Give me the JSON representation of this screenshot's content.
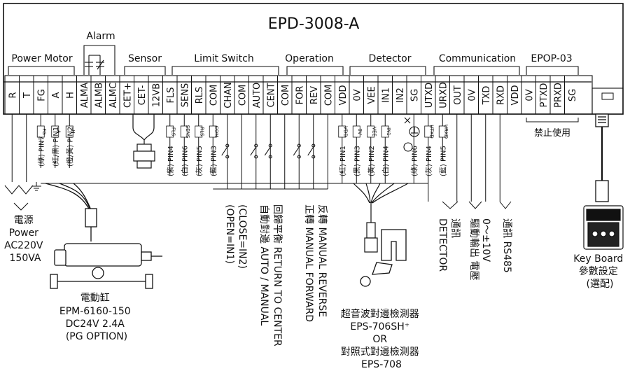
{
  "title": "EPD-3008-A",
  "groups": {
    "power_motor": "Power Motor",
    "alarm": "Alarm",
    "sensor": "Sensor",
    "limit_switch": "Limit Switch",
    "operation": "Operation",
    "detector": "Detector",
    "communication": "Communication",
    "epop": "EPOP-03"
  },
  "terminals": [
    "R",
    "T",
    "FG",
    "A",
    "H",
    "ALMA",
    "ALMB",
    "ALMC",
    "CET+",
    "CET-",
    "12VB",
    "FLS",
    "SENS",
    "RLS",
    "COM",
    "CHAN",
    "COM",
    "AUTO",
    "CENT",
    "COM",
    "FOR",
    "REV",
    "COM",
    "VDD",
    "0V",
    "VEE",
    "IN1",
    "IN2",
    "SG",
    "UTXD",
    "URXD",
    "OUT",
    "0V",
    "TXD",
    "RXD",
    "VDD",
    "0V",
    "PTXD",
    "PRXD",
    "SG"
  ],
  "epop_note": "禁止使用",
  "wire_tags": {
    "motor": [
      "FG",
      "A",
      "H"
    ],
    "limit": [
      "FLS",
      "SENS",
      "RLS",
      "COM"
    ],
    "detector": [
      "VDD",
      "0V",
      "VEE",
      "IN1"
    ],
    "comm": [
      "UTXD",
      "URXD"
    ]
  },
  "pin_labels": {
    "motor": [
      "(綠) PIN7",
      "(紅/黑) PIN1",
      "(橙/黃) PIN2"
    ],
    "limit": [
      "(紫) PIN4",
      "(白) PIN6",
      "(灰) PIN5",
      "(藍) PIN3"
    ],
    "detector": [
      "(紅) PIN1",
      "(黑) PIN3",
      "(黃) PIN2",
      "(白) PIN4",
      "(綠) PIN6"
    ],
    "comm": [
      "(灰) PIN4",
      "(藍) PIN5"
    ]
  },
  "captions": {
    "power": [
      "電源",
      "Power",
      "AC220V",
      "150VA"
    ],
    "motor": [
      "電動缸",
      "EPM-6160-150",
      "DC24V 2.4A",
      "(PG OPTION)"
    ],
    "limit_mode": [
      "(OPEN=IN1)",
      "(CLOSE=IN2)"
    ],
    "auto_manual": "自動對邊 AUTO / MANUAL",
    "return_center": "回歸平衡 RETURN TO CENTER",
    "forward": "正轉 MANUAL FORWARD",
    "reverse": "反轉 MANUAL REVERSE",
    "sensor": [
      "超音波對邊檢測器",
      "EPS-706SH⁺",
      "OR",
      "對照式對邊檢測器",
      "EPS-708"
    ],
    "detector_comm": [
      "DETECTOR",
      "通訊"
    ],
    "drive_output": [
      "驅動輸出 電壓",
      "0～±10V"
    ],
    "rs485": "通訊 RS485",
    "keyboard": [
      "Key Board",
      "參數設定",
      "(選配)"
    ]
  }
}
